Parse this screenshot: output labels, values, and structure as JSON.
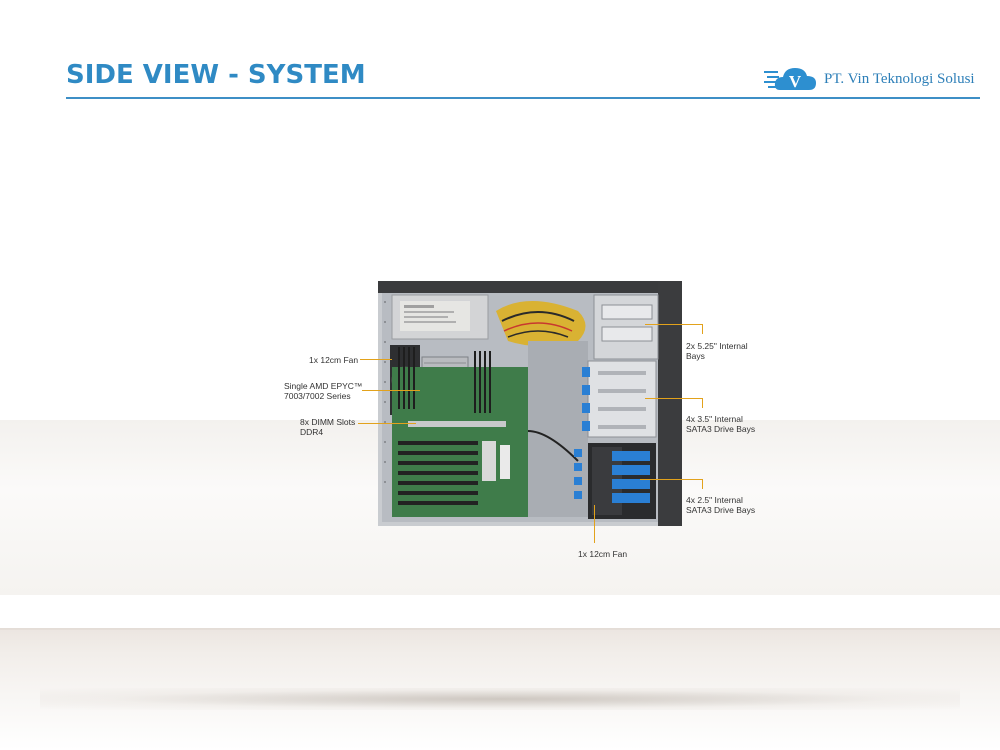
{
  "header": {
    "title": "SIDE VIEW - SYSTEM",
    "logo_text": "PT. Vin Teknologi Solusi",
    "logo_letter": "V"
  },
  "callouts": {
    "fan_left": "1x 12cm Fan",
    "cpu_line1": "Single AMD EPYC™",
    "cpu_line2": "7003/7002 Series",
    "dimm_line1": "8x DIMM Slots",
    "dimm_line2": "DDR4",
    "bay525_line1": "2x 5.25\" Internal",
    "bay525_line2": "Bays",
    "bay35_line1": "4x 3.5\" Internal",
    "bay35_line2": "SATA3 Drive Bays",
    "bay25_line1": "4x 2.5\" Internal",
    "bay25_line2": "SATA3 Drive Bays",
    "fan_bottom": "1x 12cm Fan"
  },
  "colors": {
    "title": "#2f8ac4",
    "leader": "#e2a21c",
    "drive_blue": "#2a7fd4",
    "board_green": "#3f7c4a"
  }
}
